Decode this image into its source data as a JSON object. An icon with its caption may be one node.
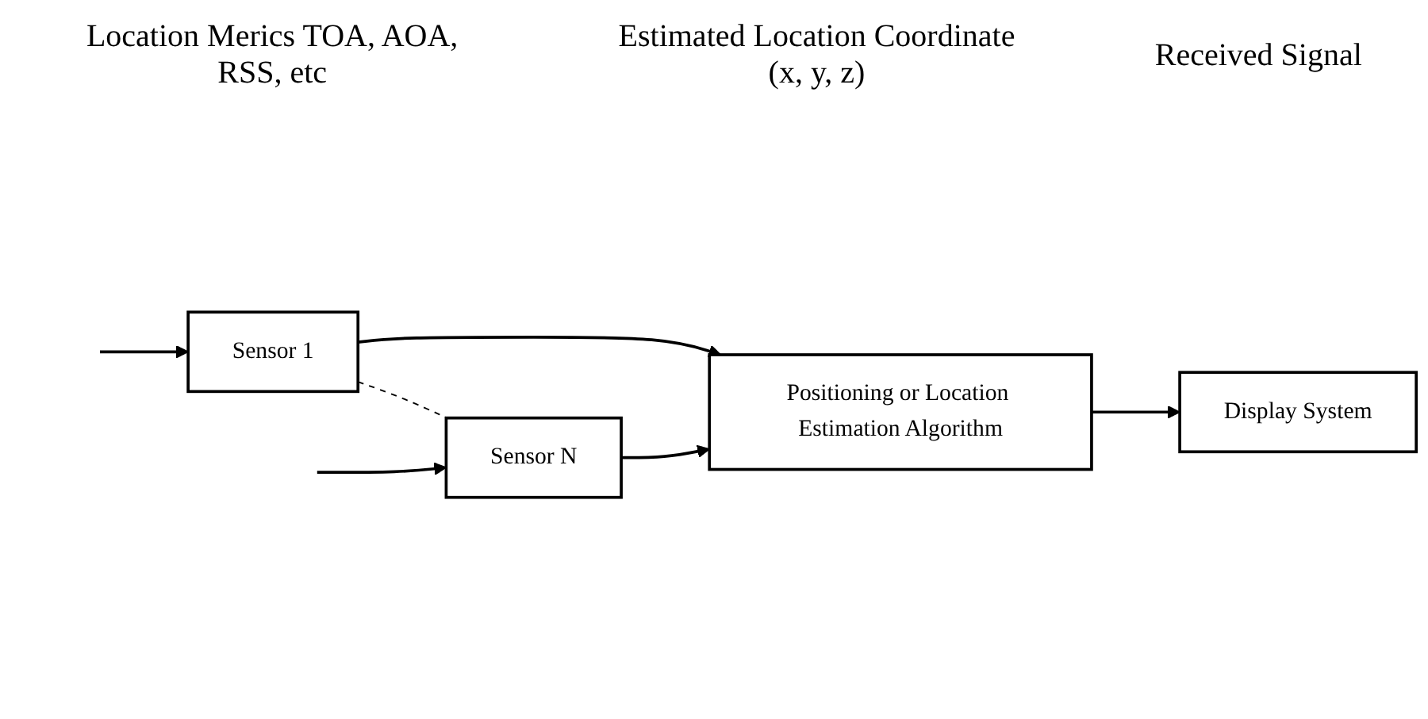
{
  "diagram": {
    "nodes": [
      {
        "text": [
          "Sensor 1"
        ]
      },
      {
        "text": [
          "Sensor N"
        ]
      },
      {
        "text": [
          "Positioning or Location Estimation Algorithm"
        ]
      },
      {
        "text": [
          "Display System"
        ]
      }
    ],
    "edges": [
      {
        "from": null,
        "to": 0,
        "arrow": "to"
      },
      {
        "from": null,
        "to": 1,
        "arrow": "to"
      },
      {
        "from": 0,
        "to": 1,
        "arrow": "none",
        "style": "dashed"
      },
      {
        "from": 0,
        "to": 2,
        "arrow": "to"
      },
      {
        "from": 1,
        "to": 2,
        "arrow": "to"
      },
      {
        "from": 2,
        "to": 3,
        "arrow": "to"
      }
    ],
    "labels": [
      "Location Merics TOA, AOA, RSS, etc",
      "Estimated Location Coordinate (x, y, z)",
      "Received Signal"
    ]
  }
}
